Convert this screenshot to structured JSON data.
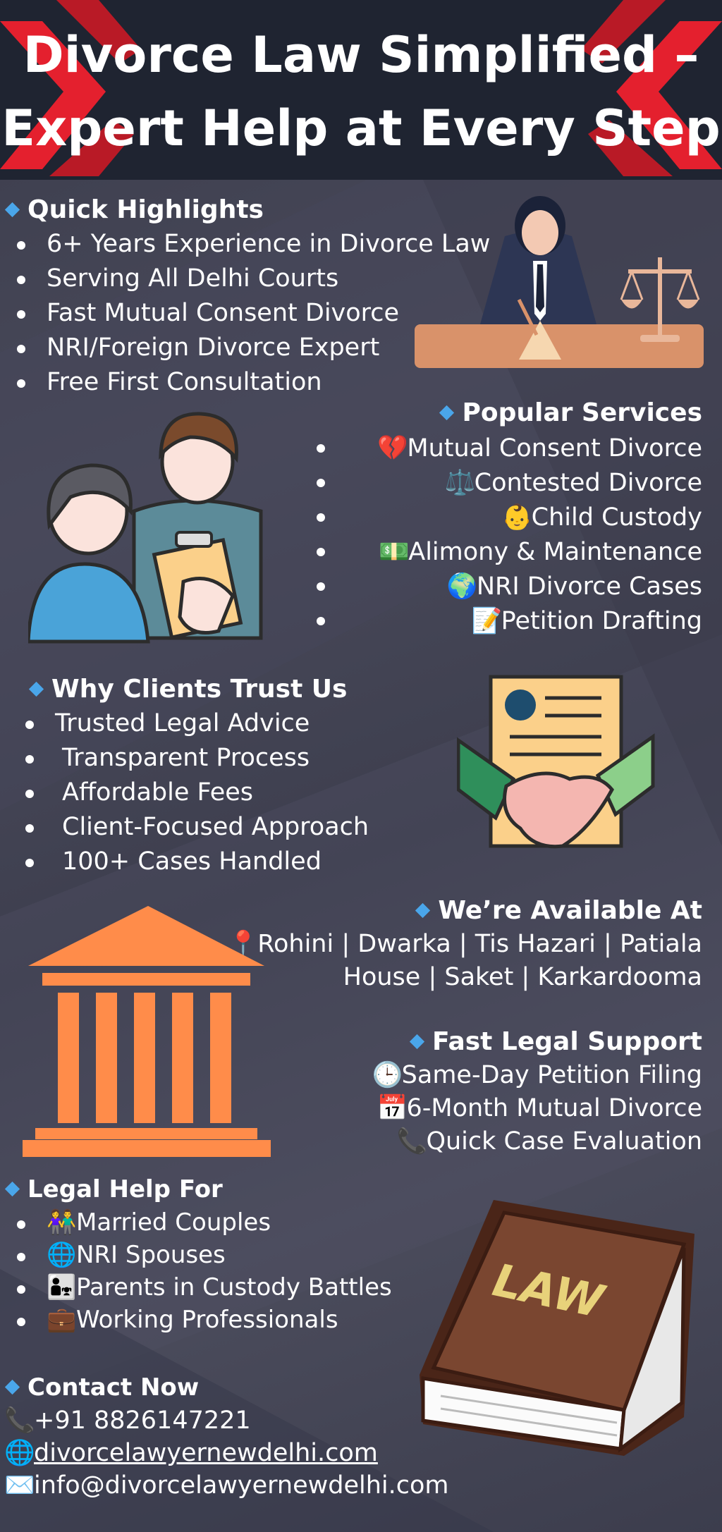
{
  "header": {
    "title_line1": "Divorce Law Simplified –",
    "title_line2": "Expert Help at Every Step"
  },
  "quick_highlights": {
    "title": "Quick Highlights",
    "items": [
      "6+ Years Experience in Divorce Law",
      "Serving All Delhi Courts",
      "Fast Mutual Consent Divorce",
      "NRI/Foreign Divorce Expert",
      "Free First Consultation"
    ]
  },
  "popular_services": {
    "title": "Popular Services",
    "items": [
      {
        "icon": "💔",
        "label": "Mutual Consent Divorce"
      },
      {
        "icon": "⚖️",
        "label": "Contested Divorce"
      },
      {
        "icon": "👶",
        "label": "Child Custody"
      },
      {
        "icon": "💵",
        "label": "Alimony & Maintenance"
      },
      {
        "icon": "🌍",
        "label": "NRI Divorce Cases"
      },
      {
        "icon": "📝",
        "label": "Petition Drafting"
      }
    ]
  },
  "why_trust": {
    "title": "Why Clients Trust Us",
    "items": [
      "Trusted Legal Advice",
      "Transparent Process",
      "Affordable Fees",
      "Client-Focused Approach",
      "100+ Cases Handled"
    ]
  },
  "available": {
    "title": "We’re Available At",
    "icon": "📍",
    "line1": "Rohini | Dwarka | Tis Hazari | Patiala",
    "line2": "House | Saket | Karkardooma"
  },
  "fast_support": {
    "title": "Fast Legal Support",
    "items": [
      {
        "icon": "🕒",
        "label": "Same-Day Petition Filing"
      },
      {
        "icon": "📅",
        "label": "6-Month Mutual Divorce"
      },
      {
        "icon": "📞",
        "label": "Quick Case Evaluation"
      }
    ]
  },
  "legal_help": {
    "title": "Legal Help For",
    "items": [
      {
        "icon": "👫",
        "label": "Married Couples"
      },
      {
        "icon": "🌐",
        "label": "NRI Spouses"
      },
      {
        "icon": "👨‍👧",
        "label": "Parents in Custody Battles"
      },
      {
        "icon": "💼",
        "label": "Working Professionals"
      }
    ]
  },
  "contact": {
    "title": "Contact Now",
    "phone_icon": "📞",
    "phone": "+91 8826147221",
    "web_icon": "🌐",
    "website": "divorcelawyernewdelhi.com",
    "email_icon": "✉️",
    "email": "info@divorcelawyernewdelhi.com"
  },
  "illustrations": {
    "book_text": "LAW"
  },
  "colors": {
    "header_bg": "#1f2431",
    "accent_red": "#e4202e",
    "diamond_blue": "#4aa6ea",
    "court_orange": "#ff8c4a"
  }
}
